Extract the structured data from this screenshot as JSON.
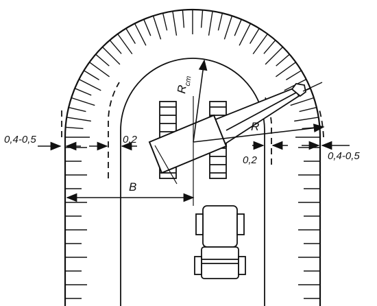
{
  "labels": {
    "outer_clearance_left": "0,4-0,5",
    "inner_clearance_left": "0,2",
    "outer_clearance_right": "0,4-0,5",
    "inner_clearance_right": "0,2",
    "width": "B",
    "radius": "R",
    "radius_cm_main": "R",
    "radius_cm_sub": "cm"
  },
  "colors": {
    "ink": "#111111",
    "paper": "#ffffff"
  }
}
